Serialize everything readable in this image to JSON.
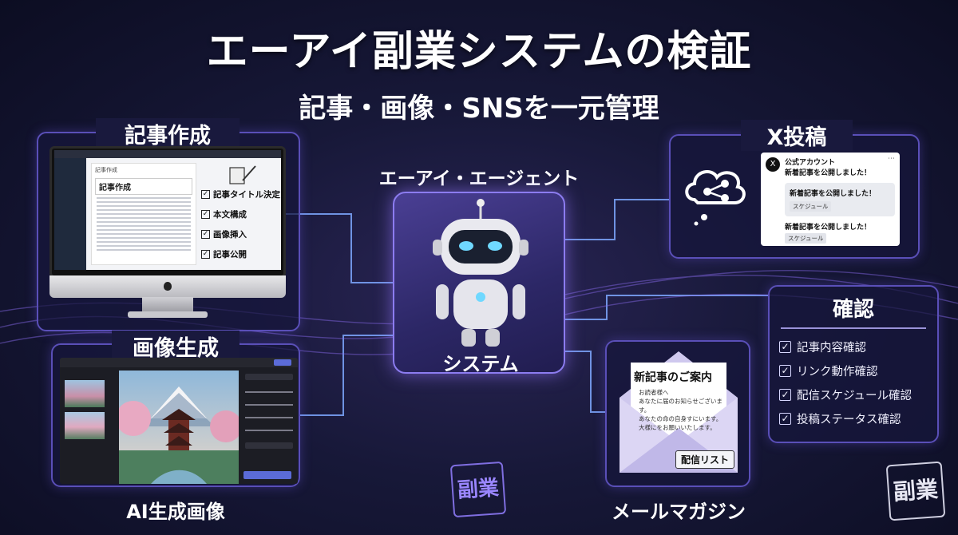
{
  "header": {
    "title": "エーアイ副業システムの検証",
    "subtitle": "記事・画像・SNSを一元管理"
  },
  "article": {
    "label": "記事作成",
    "doc_header": "記事作成",
    "doc_title": "記事作成",
    "checklist": [
      "記事タイトル決定",
      "本文構成",
      "画像挿入",
      "記事公開"
    ]
  },
  "image_gen": {
    "label": "画像生成",
    "caption": "AI生成画像"
  },
  "center": {
    "agent_label": "エーアイ・エージェント",
    "system_label": "システム"
  },
  "x_post": {
    "label": "X投稿",
    "account": "公式アカウント",
    "post_text": "新着記事を公開しました！",
    "inner_text": "新着記事を公開しました！",
    "inner_tag": "スケジュール",
    "bottom_text": "新着記事を公開しました！",
    "bottom_tag": "スケジュール"
  },
  "confirm": {
    "title": "確認",
    "items": [
      "記事内容確認",
      "リンク動作確認",
      "配信スケジュール確認",
      "投稿ステータス確認"
    ]
  },
  "mail": {
    "letter_title": "新記事のご案内",
    "letter_lines": [
      "お読者様へ",
      "あなたに届のお知らせございます。",
      "あなたの命の自身すにいます。",
      "大様にをお願いいたします。"
    ],
    "badge": "配信リスト",
    "caption": "メールマガジン"
  },
  "logo": {
    "text": "副業"
  },
  "colors": {
    "panel_border": "#5a4fb8",
    "glow": "#8c7cf0",
    "background": "#171838"
  }
}
